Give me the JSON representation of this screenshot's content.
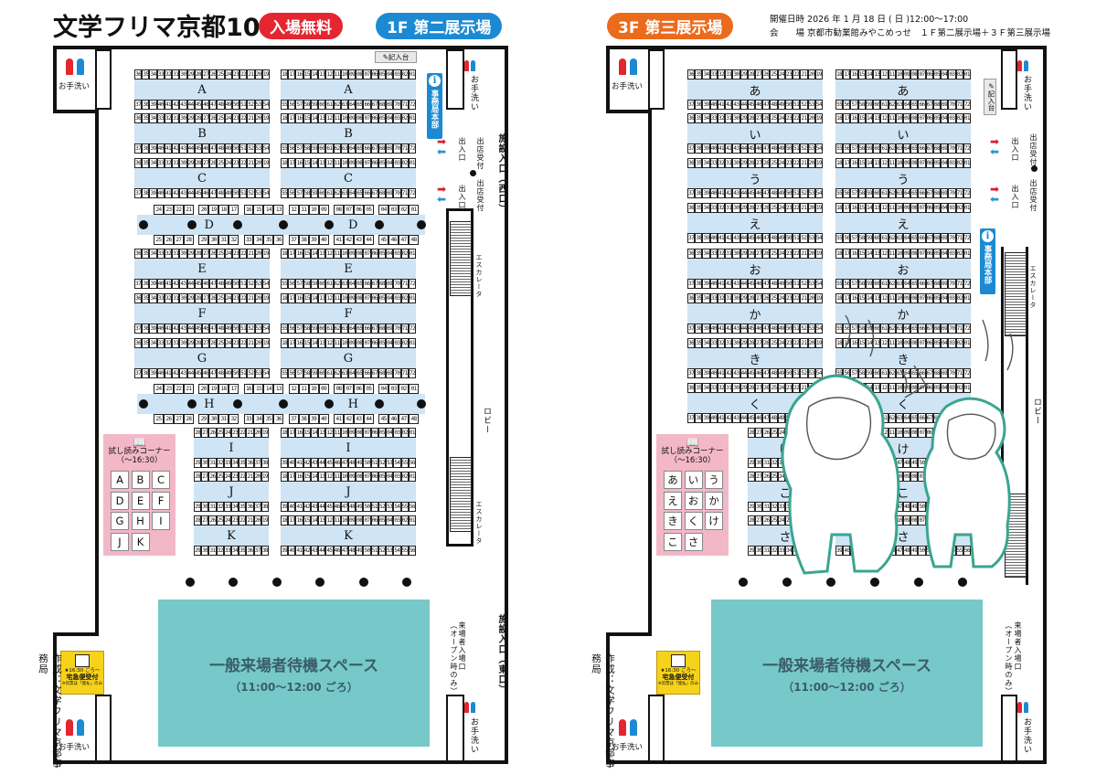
{
  "header": {
    "title": "文学フリマ京都10",
    "free_badge": "入場無料",
    "floor1_label": "1F 第二展示場",
    "floor3_label": "3F 第三展示場",
    "date_label": "開催日時",
    "date_value": "2026 年 1 月 18 日 ( 日 )12:00～17:00",
    "venue_label": "会　　場",
    "venue_value": "京都市勧業館みやこめっせ　１Ｆ第二展示場＋３Ｆ第三展示場"
  },
  "colors": {
    "accent_red": "#e3262f",
    "accent_blue": "#1b8ad3",
    "accent_orange": "#ec6a1c",
    "booth_fill": "#cfe4f4",
    "reading_pink": "#f2b8c8",
    "waiting_teal": "#76c9c8",
    "delivery_yellow": "#f7d21b"
  },
  "credit": "作成：文学フリマ京都事務局",
  "labels": {
    "restroom": "お手洗い",
    "entry_desk": "記入台",
    "hq": "事務局本部",
    "exit_entrance": "出入口",
    "exhibitor_reception": "出店受付",
    "facility_west": "施設入口（西口）",
    "facility_east": "施設入口（東口）",
    "escalator": "エスカレータ",
    "lobby": "ロビー",
    "visitor_entrance": "来場者入場口",
    "visitor_entrance_note": "（オープン時のみ）",
    "reading_corner": "試し読みコーナー",
    "reading_corner_time": "（～16:30）",
    "waiting": "一般来場者待機スペース",
    "waiting_time": "（11:00～12:00 ごろ）",
    "delivery_time": "★16:30 ごろ～",
    "delivery": "宅急便受付",
    "delivery_note": "※伝票は「発払」のみ"
  },
  "nums": {
    "rowA_left": [
      "36",
      "35",
      "34",
      "33",
      "32",
      "31",
      "30",
      "29",
      "28",
      "27",
      "26",
      "25",
      "24",
      "23",
      "22",
      "21",
      "20",
      "19"
    ],
    "rowB_left": [
      "37",
      "38",
      "39",
      "40",
      "41",
      "42",
      "43",
      "44",
      "45",
      "46",
      "47",
      "48",
      "49",
      "50",
      "51",
      "52",
      "53",
      "54"
    ],
    "rowA_right": [
      "18",
      "17",
      "16",
      "15",
      "14",
      "13",
      "12",
      "11",
      "10",
      "09",
      "08",
      "07",
      "06",
      "05",
      "04",
      "03",
      "02",
      "01"
    ],
    "rowB_right": [
      "55",
      "56",
      "57",
      "58",
      "59",
      "60",
      "61",
      "62",
      "63",
      "64",
      "65",
      "66",
      "67",
      "68",
      "69",
      "70",
      "71",
      "72"
    ],
    "rowI_left": [
      "28",
      "27",
      "26",
      "25",
      "24",
      "23",
      "22",
      "21",
      "20",
      "19"
    ],
    "rowII_left": [
      "29",
      "30",
      "31",
      "32",
      "33",
      "34",
      "35",
      "36",
      "37",
      "38"
    ],
    "rowI_right": [
      "18",
      "17",
      "16",
      "15",
      "14",
      "13",
      "12",
      "11",
      "10",
      "09",
      "08",
      "07",
      "06",
      "05",
      "04",
      "03",
      "02",
      "01"
    ],
    "rowII_right": [
      "39",
      "40",
      "41",
      "42",
      "43",
      "44",
      "45",
      "46",
      "47",
      "48",
      "49",
      "50",
      "51",
      "52",
      "53",
      "54",
      "55",
      "56"
    ],
    "rowD_top": [
      "24",
      "23",
      "22",
      "21",
      "",
      "20",
      "19",
      "18",
      "17",
      "",
      "16",
      "15",
      "14",
      "13",
      "",
      "12",
      "11",
      "10",
      "09",
      "",
      "08",
      "07",
      "06",
      "05",
      "",
      "04",
      "03",
      "02",
      "01"
    ],
    "rowD_bottom": [
      "25",
      "26",
      "27",
      "28",
      "",
      "29",
      "30",
      "31",
      "32",
      "",
      "33",
      "34",
      "35",
      "36",
      "",
      "37",
      "38",
      "39",
      "40",
      "",
      "41",
      "42",
      "43",
      "44",
      "",
      "45",
      "46",
      "47",
      "48"
    ]
  },
  "floor1": {
    "blocks": [
      "A",
      "B",
      "C",
      "E",
      "F",
      "G"
    ],
    "special": [
      "D",
      "H"
    ],
    "lower": [
      "I",
      "J",
      "K"
    ],
    "reading": [
      "A",
      "B",
      "C",
      "D",
      "E",
      "F",
      "G",
      "H",
      "I",
      "J",
      "K"
    ]
  },
  "floor3": {
    "blocks": [
      "あ",
      "い",
      "う",
      "え",
      "お",
      "か",
      "き",
      "く"
    ],
    "lower": [
      "け",
      "こ",
      "さ"
    ],
    "reading": [
      "あ",
      "い",
      "う",
      "え",
      "お",
      "か",
      "き",
      "く",
      "け",
      "こ",
      "さ"
    ]
  }
}
